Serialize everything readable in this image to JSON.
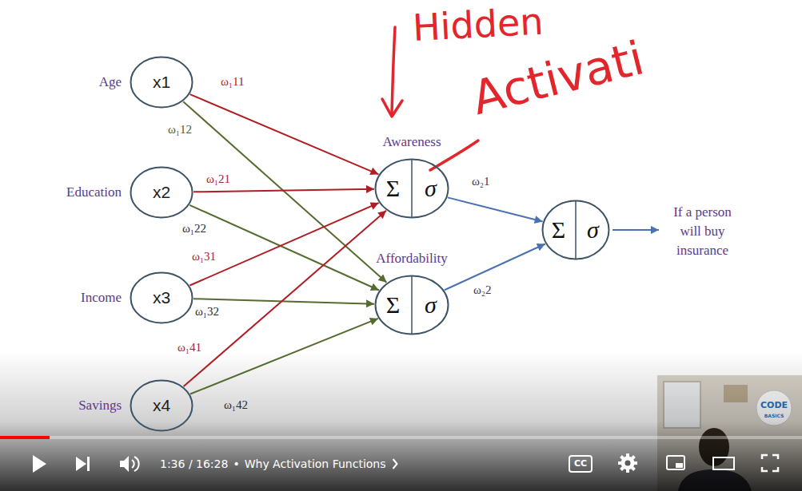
{
  "diagram": {
    "nodes": [
      {
        "text": [
          "Age",
          "x1"
        ]
      },
      {
        "text": [
          "Education",
          "x2"
        ]
      },
      {
        "text": [
          "Income",
          "x3"
        ]
      },
      {
        "text": [
          "Savings",
          "x4"
        ]
      },
      {
        "text": [
          "Awareness",
          "Σ",
          "σ"
        ]
      },
      {
        "text": [
          "Affordability",
          "Σ",
          "σ"
        ]
      },
      {
        "text": [
          "Σ",
          "σ"
        ]
      }
    ],
    "edges": [
      {
        "from": 0,
        "to": 4,
        "arrow": "to",
        "label": "ω₁11"
      },
      {
        "from": 0,
        "to": 5,
        "arrow": "to",
        "label": "ω₁12"
      },
      {
        "from": 1,
        "to": 4,
        "arrow": "to",
        "label": "ω₁21"
      },
      {
        "from": 1,
        "to": 5,
        "arrow": "to",
        "label": "ω₁22"
      },
      {
        "from": 2,
        "to": 4,
        "arrow": "to",
        "label": "ω₁31"
      },
      {
        "from": 2,
        "to": 5,
        "arrow": "to",
        "label": "ω₁32"
      },
      {
        "from": 3,
        "to": 4,
        "arrow": "to",
        "label": "ω₁41"
      },
      {
        "from": 3,
        "to": 5,
        "arrow": "to",
        "label": "ω₁42"
      },
      {
        "from": 4,
        "to": 6,
        "arrow": "to",
        "label": "ω₂1"
      },
      {
        "from": 5,
        "to": 6,
        "arrow": "to",
        "label": "ω₂2"
      }
    ],
    "labels": [
      "If a person will buy insurance",
      "Hidden",
      "Activati",
      "1:36 / 16:28",
      "•",
      "Why Activation Functions",
      "CC",
      "CODE",
      "BASICS"
    ]
  }
}
